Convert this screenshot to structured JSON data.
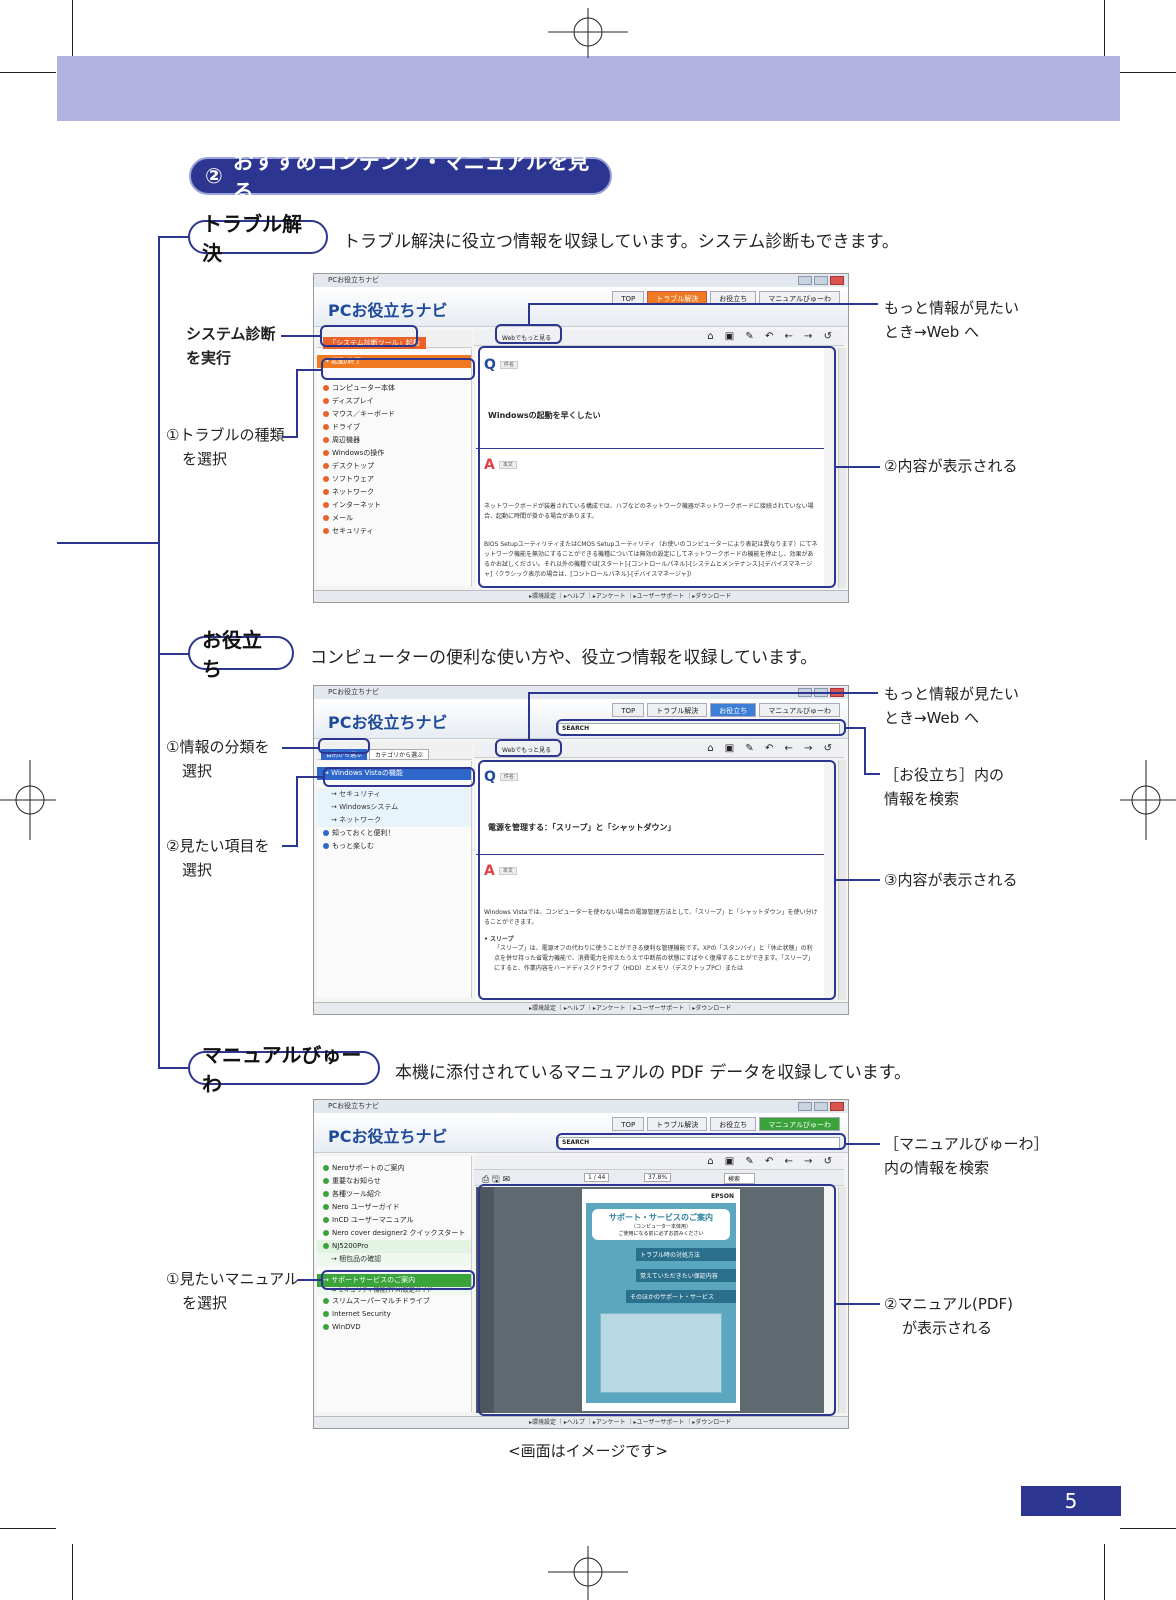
{
  "header_band": {
    "color": "#b3b3e0"
  },
  "section": {
    "number": "②",
    "title": "おすすめコンテンツ・マニュアルを見る"
  },
  "topics": [
    {
      "label": "トラブル解決",
      "description": "トラブル解決に役立つ情報を収録しています。システム診断もできます。"
    },
    {
      "label": "お役立ち",
      "description": "コンピューターの便利な使い方や、役立つ情報を収録しています。"
    },
    {
      "label": "マニュアルびゅーわ",
      "description": "本機に添付されているマニュアルの PDF データを収録しています。"
    }
  ],
  "shot1": {
    "window_title": "PCお役立ちナビ",
    "logo": "PCお役立ちナビ",
    "tabs": [
      "TOP",
      "トラブル解決",
      "お役立ち",
      "マニュアルびゅーわ"
    ],
    "system_tool_button": "「システム診断ツール」起動",
    "web_button": "Webでもっと見る",
    "sidebar": [
      "起動/終了",
      "コンピューター本体",
      "ディスプレイ",
      "マウス／キーボード",
      "ドライブ",
      "周辺機器",
      "Windowsの操作",
      "デスクトップ",
      "ソフトウェア",
      "ネットワーク",
      "インターネット",
      "メール",
      "セキュリティ"
    ],
    "selected_item": "起動/終了",
    "q_tag": "件名",
    "question": "Windowsの起動を早くしたい",
    "a_tag": "本文",
    "answer_1": "ネットワークボードが装着されている構成では、ハブなどのネットワーク機器がネットワークボードに接続されていない場合、起動に時間が掛かる場合があります。",
    "answer_2": "BIOS SetupユーティリティまたはCMOS Setupユーティリティ（お使いのコンピューターにより表記は異なります）にてネットワーク機能を無効にすることができる機種については無効の設定にしてネットワークボードの機能を停止し、効果があるかお試しください。それ以外の機種では[スタート]-[コントロールパネル]-[システムとメンテナンス]-[デバイスマネージャ]（クラシック表示の場合は、[コントロールパネル]-[デバイスマネージャ]）",
    "footer": "▸環境設定 ｜▸ヘルプ ｜▸アンケート ｜▸ユーザーサポート ｜▸ダウンロード"
  },
  "shot2": {
    "window_title": "PCお役立ちナビ",
    "logo": "PCお役立ちナビ",
    "tabs": [
      "TOP",
      "トラブル解決",
      "お役立ち",
      "マニュアルびゅーわ"
    ],
    "search_label": "SEARCH",
    "sidebar_tabs": [
      "目的から選ぶ",
      "カテゴリから選ぶ"
    ],
    "web_button": "Webでもっと見る",
    "selected_item": "Windows Vistaの機能",
    "sidebar": [
      "セキュリティ",
      "Windowsシステム",
      "ネットワーク",
      "知っておくと便利！",
      "もっと楽しむ"
    ],
    "q_tag": "件名",
    "question": "電源を管理する：「スリープ」と「シャットダウン」",
    "a_tag": "本文",
    "answer_1": "Windows Vistaでは、コンピューターを使わない場合の電源管理方法として、「スリープ」と「シャットダウン」を使い分けることができます。",
    "bullet_title": "スリープ",
    "bullet_text": "「スリープ」は、電源オフの代わりに使うことができる便利な管理機能です。XPの「スタンバイ」と「休止状態」の利点を併せ持った省電力機能で、消費電力を抑えたうえで中断前の状態にすばやく復帰することができます。「スリープ」にすると、作業内容をハードディスクドライブ（HDD）とメモリ（デスクトップPC）または",
    "footer": "▸環境設定 ｜▸ヘルプ ｜▸アンケート ｜▸ユーザーサポート ｜▸ダウンロード"
  },
  "shot3": {
    "window_title": "PCお役立ちナビ",
    "logo": "PCお役立ちナビ",
    "tabs": [
      "TOP",
      "トラブル解決",
      "お役立ち",
      "マニュアルびゅーわ"
    ],
    "search_label": "SEARCH",
    "sidebar": [
      "Neroサポートのご案内",
      "重要なお知らせ",
      "各種ツール紹介",
      "Nero ユーザーガイド",
      "InCD ユーザーマニュアル",
      "Nero cover designer2 クイックスタート",
      "NJ5200Pro",
      "梱包品の確認",
      "サポートサービスのご案内",
      "セキュリティ機能(TPM)設定ガイド",
      "スリムスーパーマルチドライブ",
      "Internet Security",
      "WinDVD"
    ],
    "selected_item": "サポートサービスのご案内",
    "page_indicator": "1 / 44",
    "zoom": "37.8%",
    "search_box": "検索",
    "pdf": {
      "brand": "EPSON",
      "title": "サポート・サービスのご案内",
      "subtitle": "（コンピューター本体用）",
      "lead": "ご使用になる前に必ずお読みください",
      "items": [
        "トラブル時の対処方法",
        "覚えていただきたい保証内容",
        "そのほかのサポート・サービス"
      ]
    },
    "footer": "▸環境設定 ｜▸ヘルプ ｜▸アンケート ｜▸ユーザーサポート ｜▸ダウンロード"
  },
  "annotations": {
    "system_check": [
      "システム診断",
      "を実行"
    ],
    "trouble_type": [
      "①トラブルの種類",
      "を選択"
    ],
    "more_web_1": [
      "もっと情報が見たい",
      "とき→Web へ"
    ],
    "content_shown_1": "②内容が表示される",
    "info_category": [
      "①情報の分類を",
      "選択"
    ],
    "item_select": [
      "②見たい項目を",
      "選択"
    ],
    "more_web_2": [
      "もっと情報が見たい",
      "とき→Web へ"
    ],
    "search_useful": [
      "［お役立ち］内の",
      "情報を検索"
    ],
    "content_shown_3": "③内容が表示される",
    "manual_search": [
      "［マニュアルびゅーわ］",
      "内の情報を検索"
    ],
    "manual_select": [
      "①見たいマニュアル",
      "を選択"
    ],
    "manual_shown": [
      "②マニュアル(PDF)",
      "が表示される"
    ]
  },
  "caption": "<画面はイメージです>",
  "page_number": "5"
}
